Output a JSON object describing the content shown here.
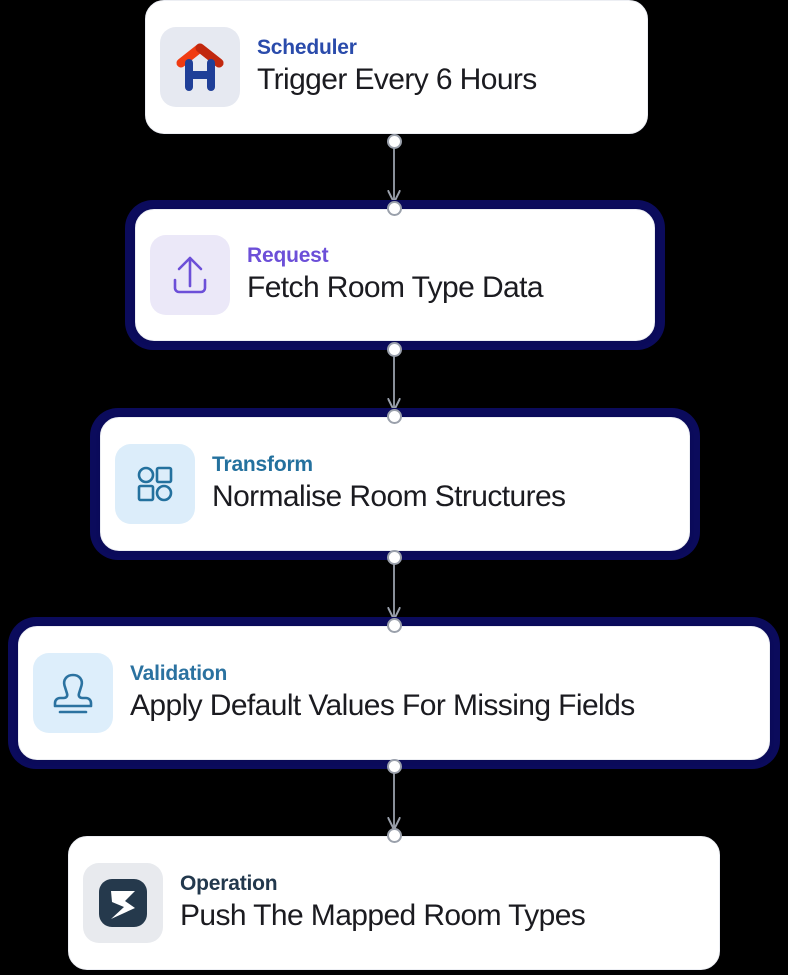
{
  "workflow": {
    "background_color": "#000000",
    "selected_ring_color": "#0b0b5c",
    "connector_color": "#9aa0ab",
    "nodes": [
      {
        "id": "scheduler",
        "kicker": "Scheduler",
        "kicker_color": "#2a4bab",
        "title": "Trigger Every 6 Hours",
        "icon_name": "homeaway-house-h-icon",
        "tile_color": "#e6e9f1",
        "selected": false
      },
      {
        "id": "request",
        "kicker": "Request",
        "kicker_color": "#6c4fd8",
        "title": "Fetch Room Type Data",
        "icon_name": "upload-arrow-icon",
        "tile_color": "#ebe8f8",
        "selected": true
      },
      {
        "id": "transform",
        "kicker": "Transform",
        "kicker_color": "#24719e",
        "title": "Normalise Room Structures",
        "icon_name": "shapes-grid-icon",
        "tile_color": "#dcedfa",
        "selected": true
      },
      {
        "id": "validation",
        "kicker": "Validation",
        "kicker_color": "#2b72a0",
        "title": "Apply Default Values For Missing Fields",
        "icon_name": "rubber-stamp-icon",
        "tile_color": "#ddeefb",
        "selected": true
      },
      {
        "id": "operation",
        "kicker": "Operation",
        "kicker_color": "#22384d",
        "title": "Push The Mapped Room Types",
        "icon_name": "smartsheet-lightning-s-icon",
        "tile_color": "#e8eaee",
        "selected": false
      }
    ],
    "edges": [
      {
        "from": "scheduler",
        "to": "request"
      },
      {
        "from": "request",
        "to": "transform"
      },
      {
        "from": "transform",
        "to": "validation"
      },
      {
        "from": "validation",
        "to": "operation"
      }
    ]
  }
}
